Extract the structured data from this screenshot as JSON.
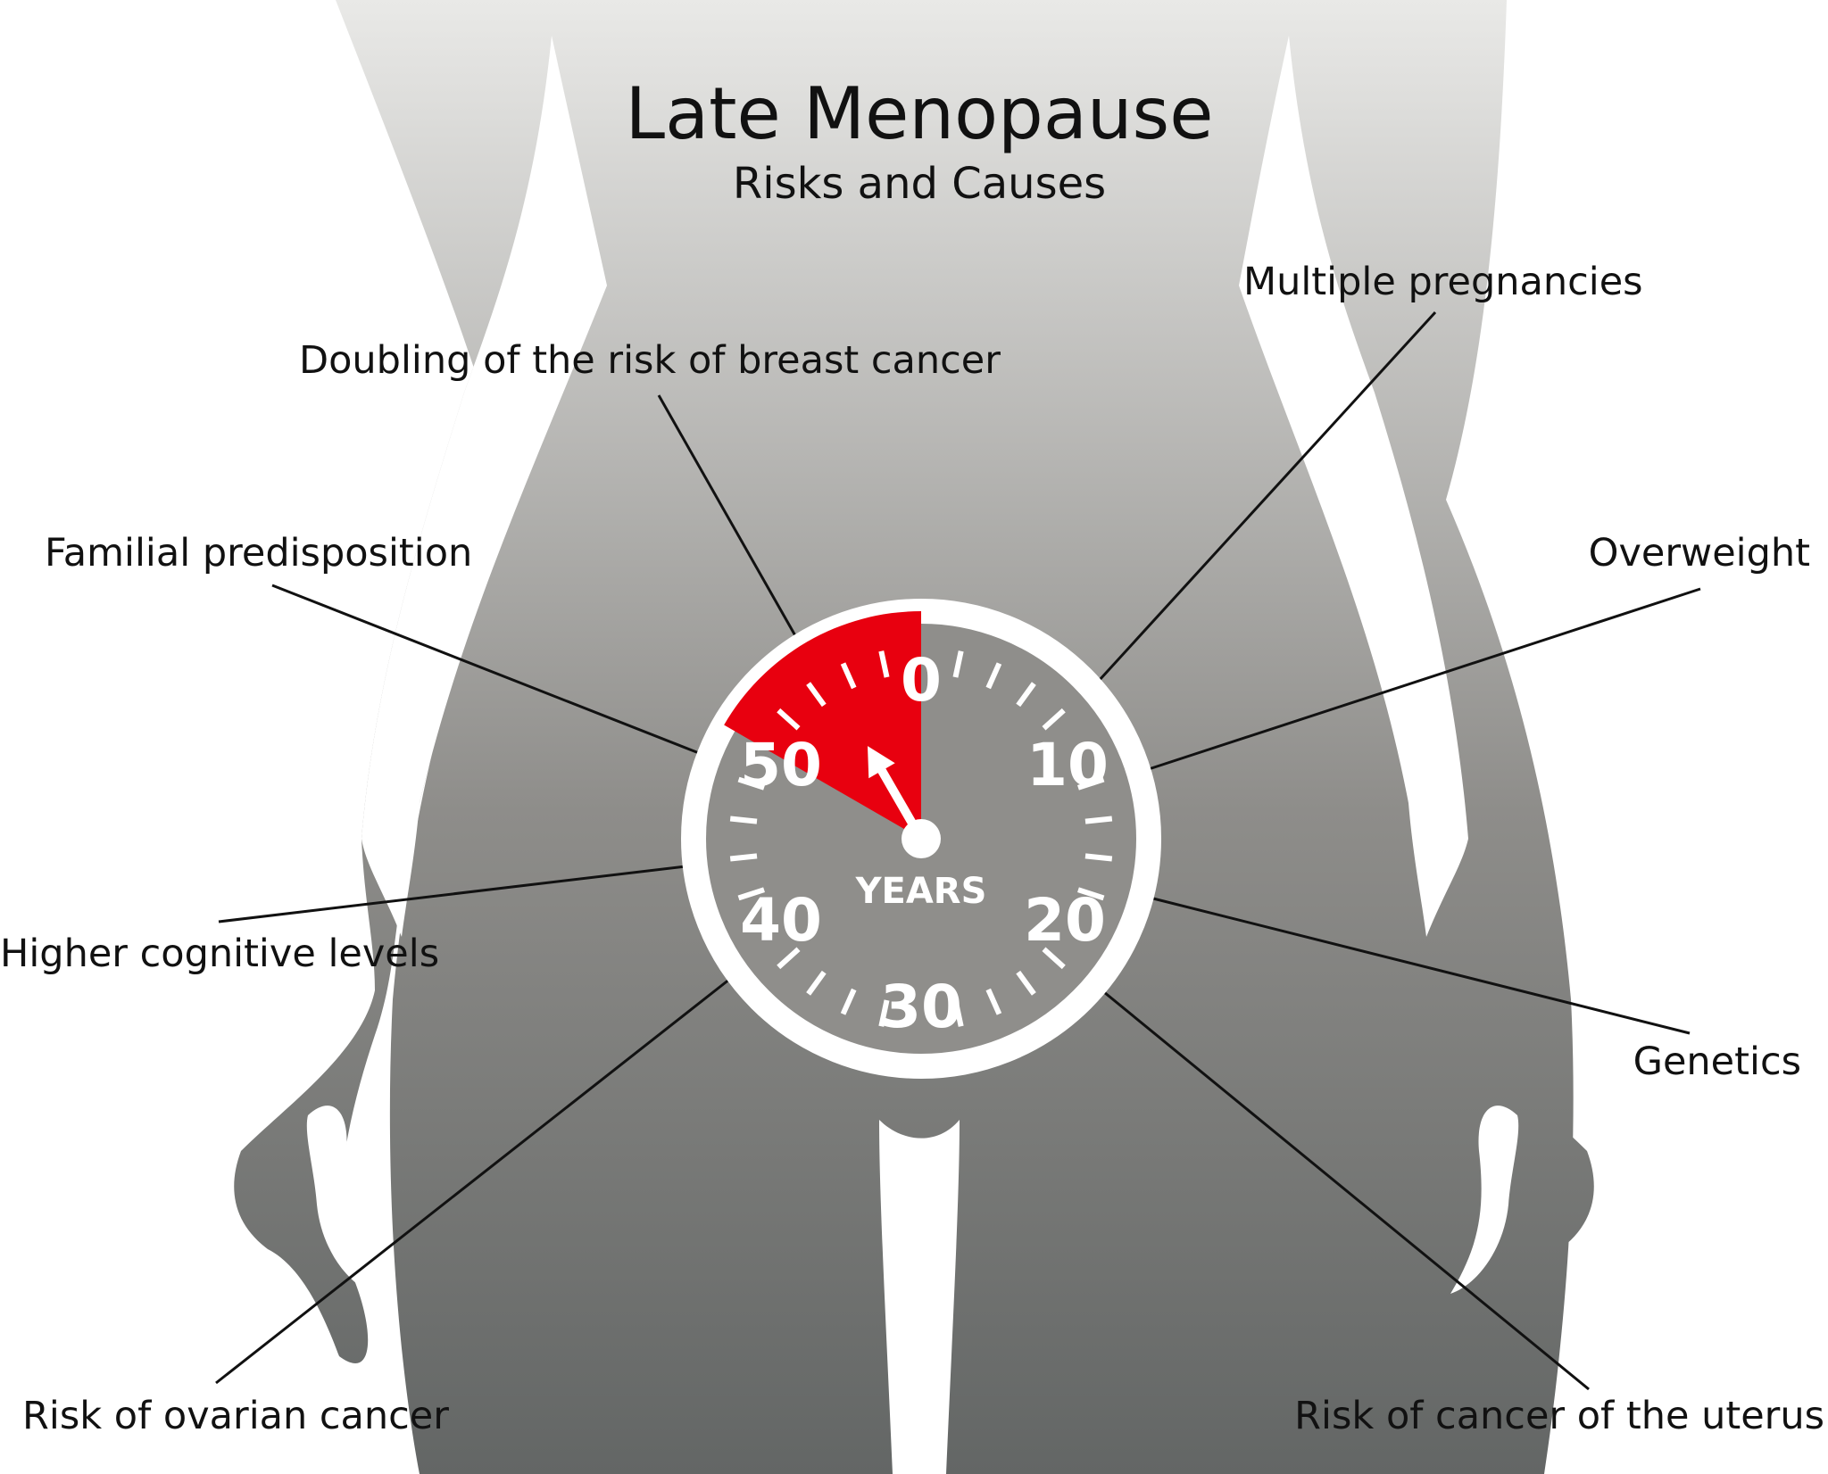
{
  "title": "Late Menopause",
  "subtitle": "Risks and Causes",
  "labels": {
    "breast_cancer": "Doubling of the risk of breast cancer",
    "familial": "Familial predisposition",
    "cognitive": "Higher cognitive levels",
    "ovarian": "Risk of ovarian cancer",
    "pregnancies": "Multiple pregnancies",
    "overweight": "Overweight",
    "genetics": "Genetics",
    "uterus": "Risk of cancer of the uterus"
  },
  "dial": {
    "unit_label": "YEARS",
    "numbers": [
      "0",
      "10",
      "20",
      "30",
      "40",
      "50"
    ],
    "max_value": 60,
    "needle_value": 55,
    "highlight_range": [
      50,
      60
    ]
  },
  "colors": {
    "highlight": "#e8000f",
    "silhouette_top": "#e9e9e7",
    "silhouette_bottom": "#636665",
    "dial_face": "#8f8e8b"
  }
}
